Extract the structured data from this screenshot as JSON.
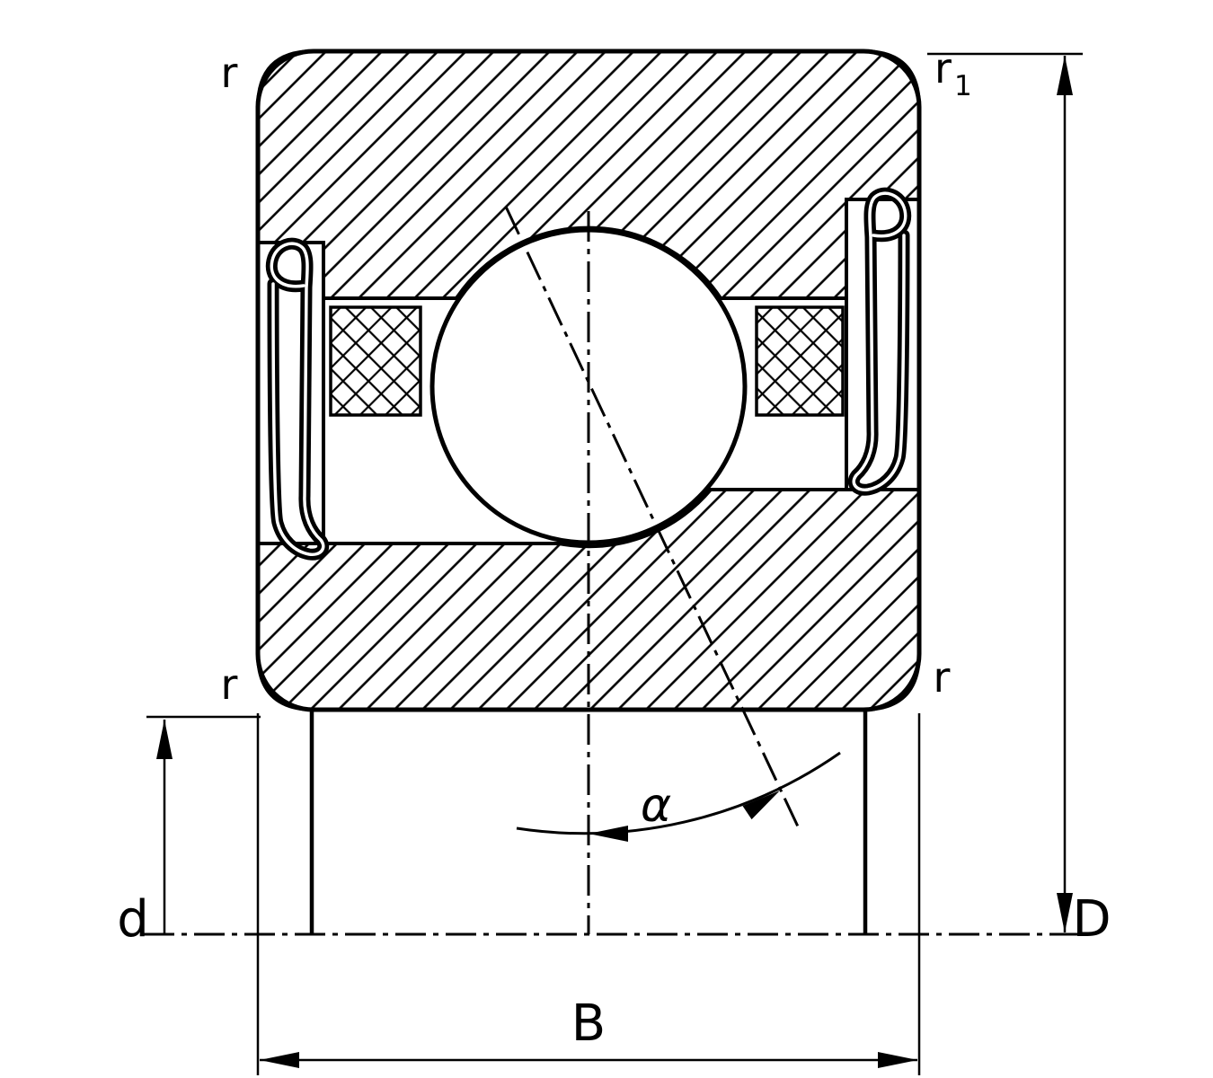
{
  "labels": {
    "corner_radius_top_left": "r",
    "corner_radius_top_right_base": "r",
    "corner_radius_top_right_sub": "1",
    "corner_radius_bottom_left": "r",
    "corner_radius_bottom_right": "r",
    "bore_diameter": "d",
    "outside_diameter": "D",
    "width": "B",
    "contact_angle": "α"
  },
  "colors": {
    "line": "#000000",
    "background": "#ffffff"
  }
}
